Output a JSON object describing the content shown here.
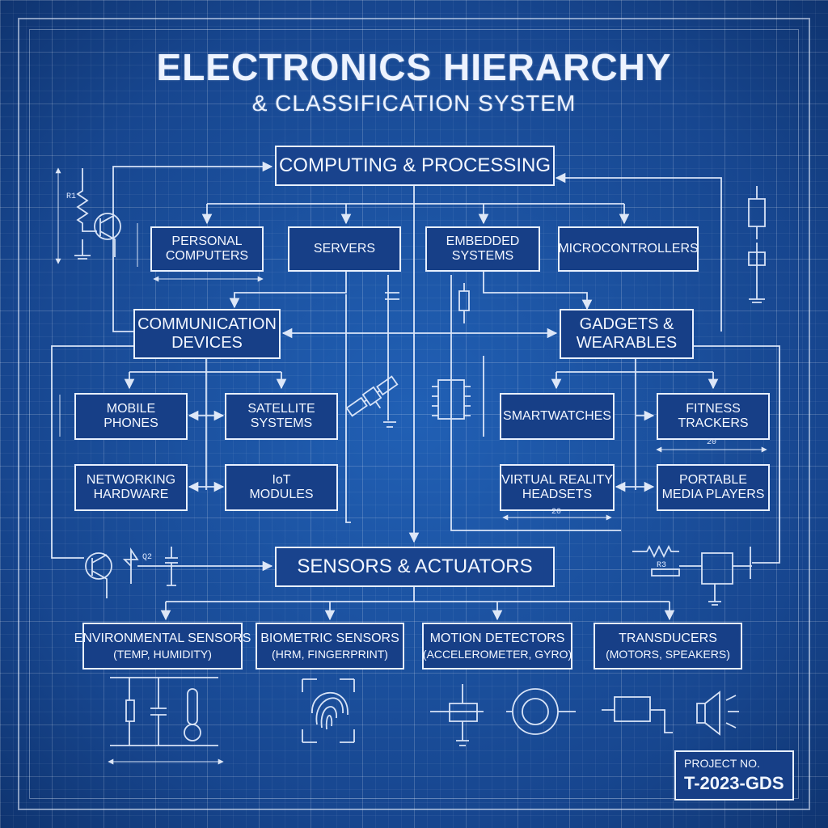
{
  "title": "ELECTRONICS HIERARCHY",
  "subtitle": "& CLASSIFICATION SYSTEM",
  "nodes": {
    "computing": "COMPUTING & PROCESSING",
    "personal_computers": [
      "PERSONAL",
      "COMPUTERS"
    ],
    "servers": "SERVERS",
    "embedded_systems": [
      "EMBEDDED",
      "SYSTEMS"
    ],
    "microcontrollers": "MICROCONTROLLERS",
    "communication_devices": [
      "COMMUNICATION",
      "DEVICES"
    ],
    "gadgets_wearables": [
      "GADGETS &",
      "WEARABLES"
    ],
    "mobile_phones": [
      "MOBILE",
      "PHONES"
    ],
    "satellite_systems": [
      "SATELLITE",
      "SYSTEMS"
    ],
    "networking_hardware": [
      "NETWORKING",
      "HARDWARE"
    ],
    "iot_modules": [
      "IoT",
      "MODULES"
    ],
    "smartwatches": "SMARTWATCHES",
    "fitness_trackers": [
      "FITNESS",
      "TRACKERS"
    ],
    "vr_headsets": [
      "VIRTUAL REALITY",
      "HEADSETS"
    ],
    "portable_media_players": [
      "PORTABLE",
      "MEDIA PLAYERS"
    ],
    "sensors_actuators": "SENSORS & ACTUATORS",
    "environmental_sensors": {
      "label": "ENVIRONMENTAL SENSORS",
      "detail": "(TEMP, HUMIDITY)"
    },
    "biometric_sensors": {
      "label": "BIOMETRIC SENSORS",
      "detail": "(HRM, FINGERPRINT)"
    },
    "motion_detectors": {
      "label": "MOTION DETECTORS",
      "detail": "(ACCELEROMETER, GYRO)"
    },
    "transducers": {
      "label": "TRANSDUCERS",
      "detail": "(MOTORS, SPEAKERS)"
    }
  },
  "dimension_labels": {
    "r1": "R1",
    "r3": "R3",
    "q2": "Q2",
    "fitness_dim": "20",
    "vr_dim": "20"
  },
  "project": {
    "label": "PROJECT NO.",
    "code": "T-2023-GDS"
  },
  "colors": {
    "background": "#1a4d9e",
    "line": "#e8f0ff",
    "box_fill": "#173f87"
  }
}
